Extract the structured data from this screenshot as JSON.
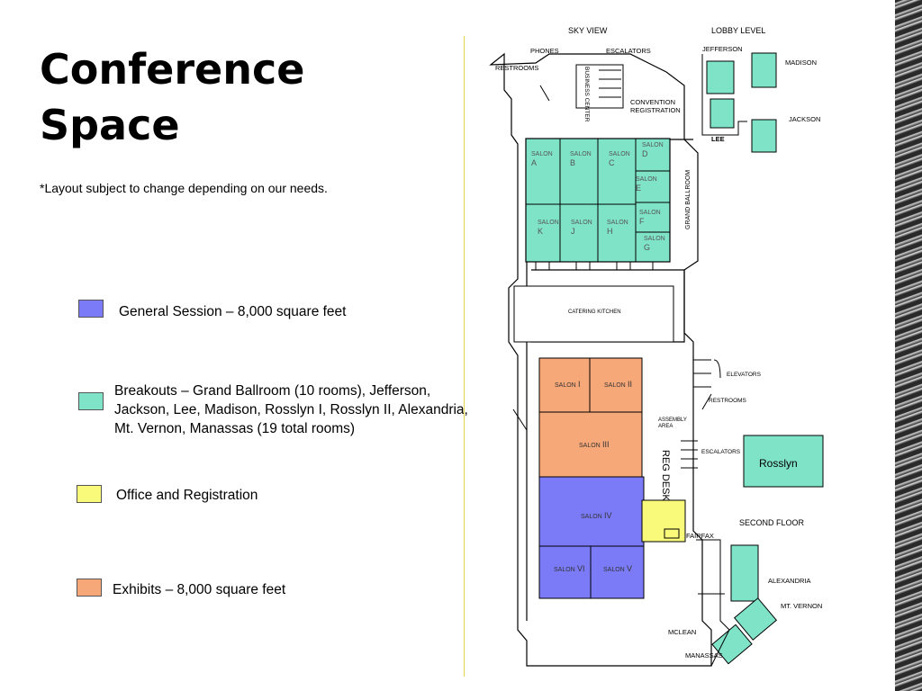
{
  "slide": {
    "title_line1": "Conference",
    "title_line2": "Space",
    "note": "*Layout subject to change depending on our needs."
  },
  "legend": [
    {
      "color": "#7b7bf7",
      "text": "General Session – 8,000 square feet"
    },
    {
      "color": "#7fe3c8",
      "text_lines": [
        "Breakouts – Grand Ballroom (10 rooms), Jefferson,",
        "Jackson, Lee, Madison, Rosslyn I, Rosslyn II, Alexandria,",
        "Mt. Vernon, Manassas (19 total rooms)"
      ]
    },
    {
      "color": "#fafa7a",
      "text": "Office and Registration"
    },
    {
      "color": "#f7a878",
      "text": "Exhibits – 8,000 square feet"
    }
  ],
  "colors": {
    "breakout": "#7fe3c8",
    "general_session": "#7b7bf7",
    "exhibits": "#f7a878",
    "office": "#fafa7a",
    "accent_line": "#e0d84a"
  },
  "map": {
    "sky_view": "SKY VIEW",
    "lobby_level": "LOBBY LEVEL",
    "phones": "PHONES",
    "escalators_top": "ESCALATORS",
    "restrooms_top": "RESTROOMS",
    "business_center": "BUSINESS CENTER",
    "convention_registration_1": "CONVENTION",
    "convention_registration_2": "REGISTRATION",
    "jefferson": "JEFFERSON",
    "madison": "MADISON",
    "jackson": "JACKSON",
    "lee": "LEE",
    "grand_ballroom": "GRAND BALLROOM",
    "salon_word": "SALON",
    "salons_top": [
      "A",
      "B",
      "C",
      "D",
      "E",
      "F",
      "G",
      "K",
      "J",
      "H"
    ],
    "catering_kitchen": "CATERING KITCHEN",
    "elevators": "ELEVATORS",
    "restrooms_mid": "RESTROOMS",
    "assembly_area_1": "ASSEMBLY",
    "assembly_area_2": "AREA",
    "escalators_mid": "ESCALATORS",
    "reg_desk": "REG DESK",
    "rosslyn": "Rosslyn",
    "second_floor": "SECOND FLOOR",
    "fairfax": "FAIRFAX",
    "salon_I": "I",
    "salon_II": "II",
    "salon_III": "III",
    "salon_IV": "IV",
    "salon_V": "V",
    "salon_VI": "VI",
    "alexandria": "ALEXANDRIA",
    "mt_vernon": "MT. VERNON",
    "mclean": "MCLEAN",
    "manassas": "MANASSAS"
  }
}
